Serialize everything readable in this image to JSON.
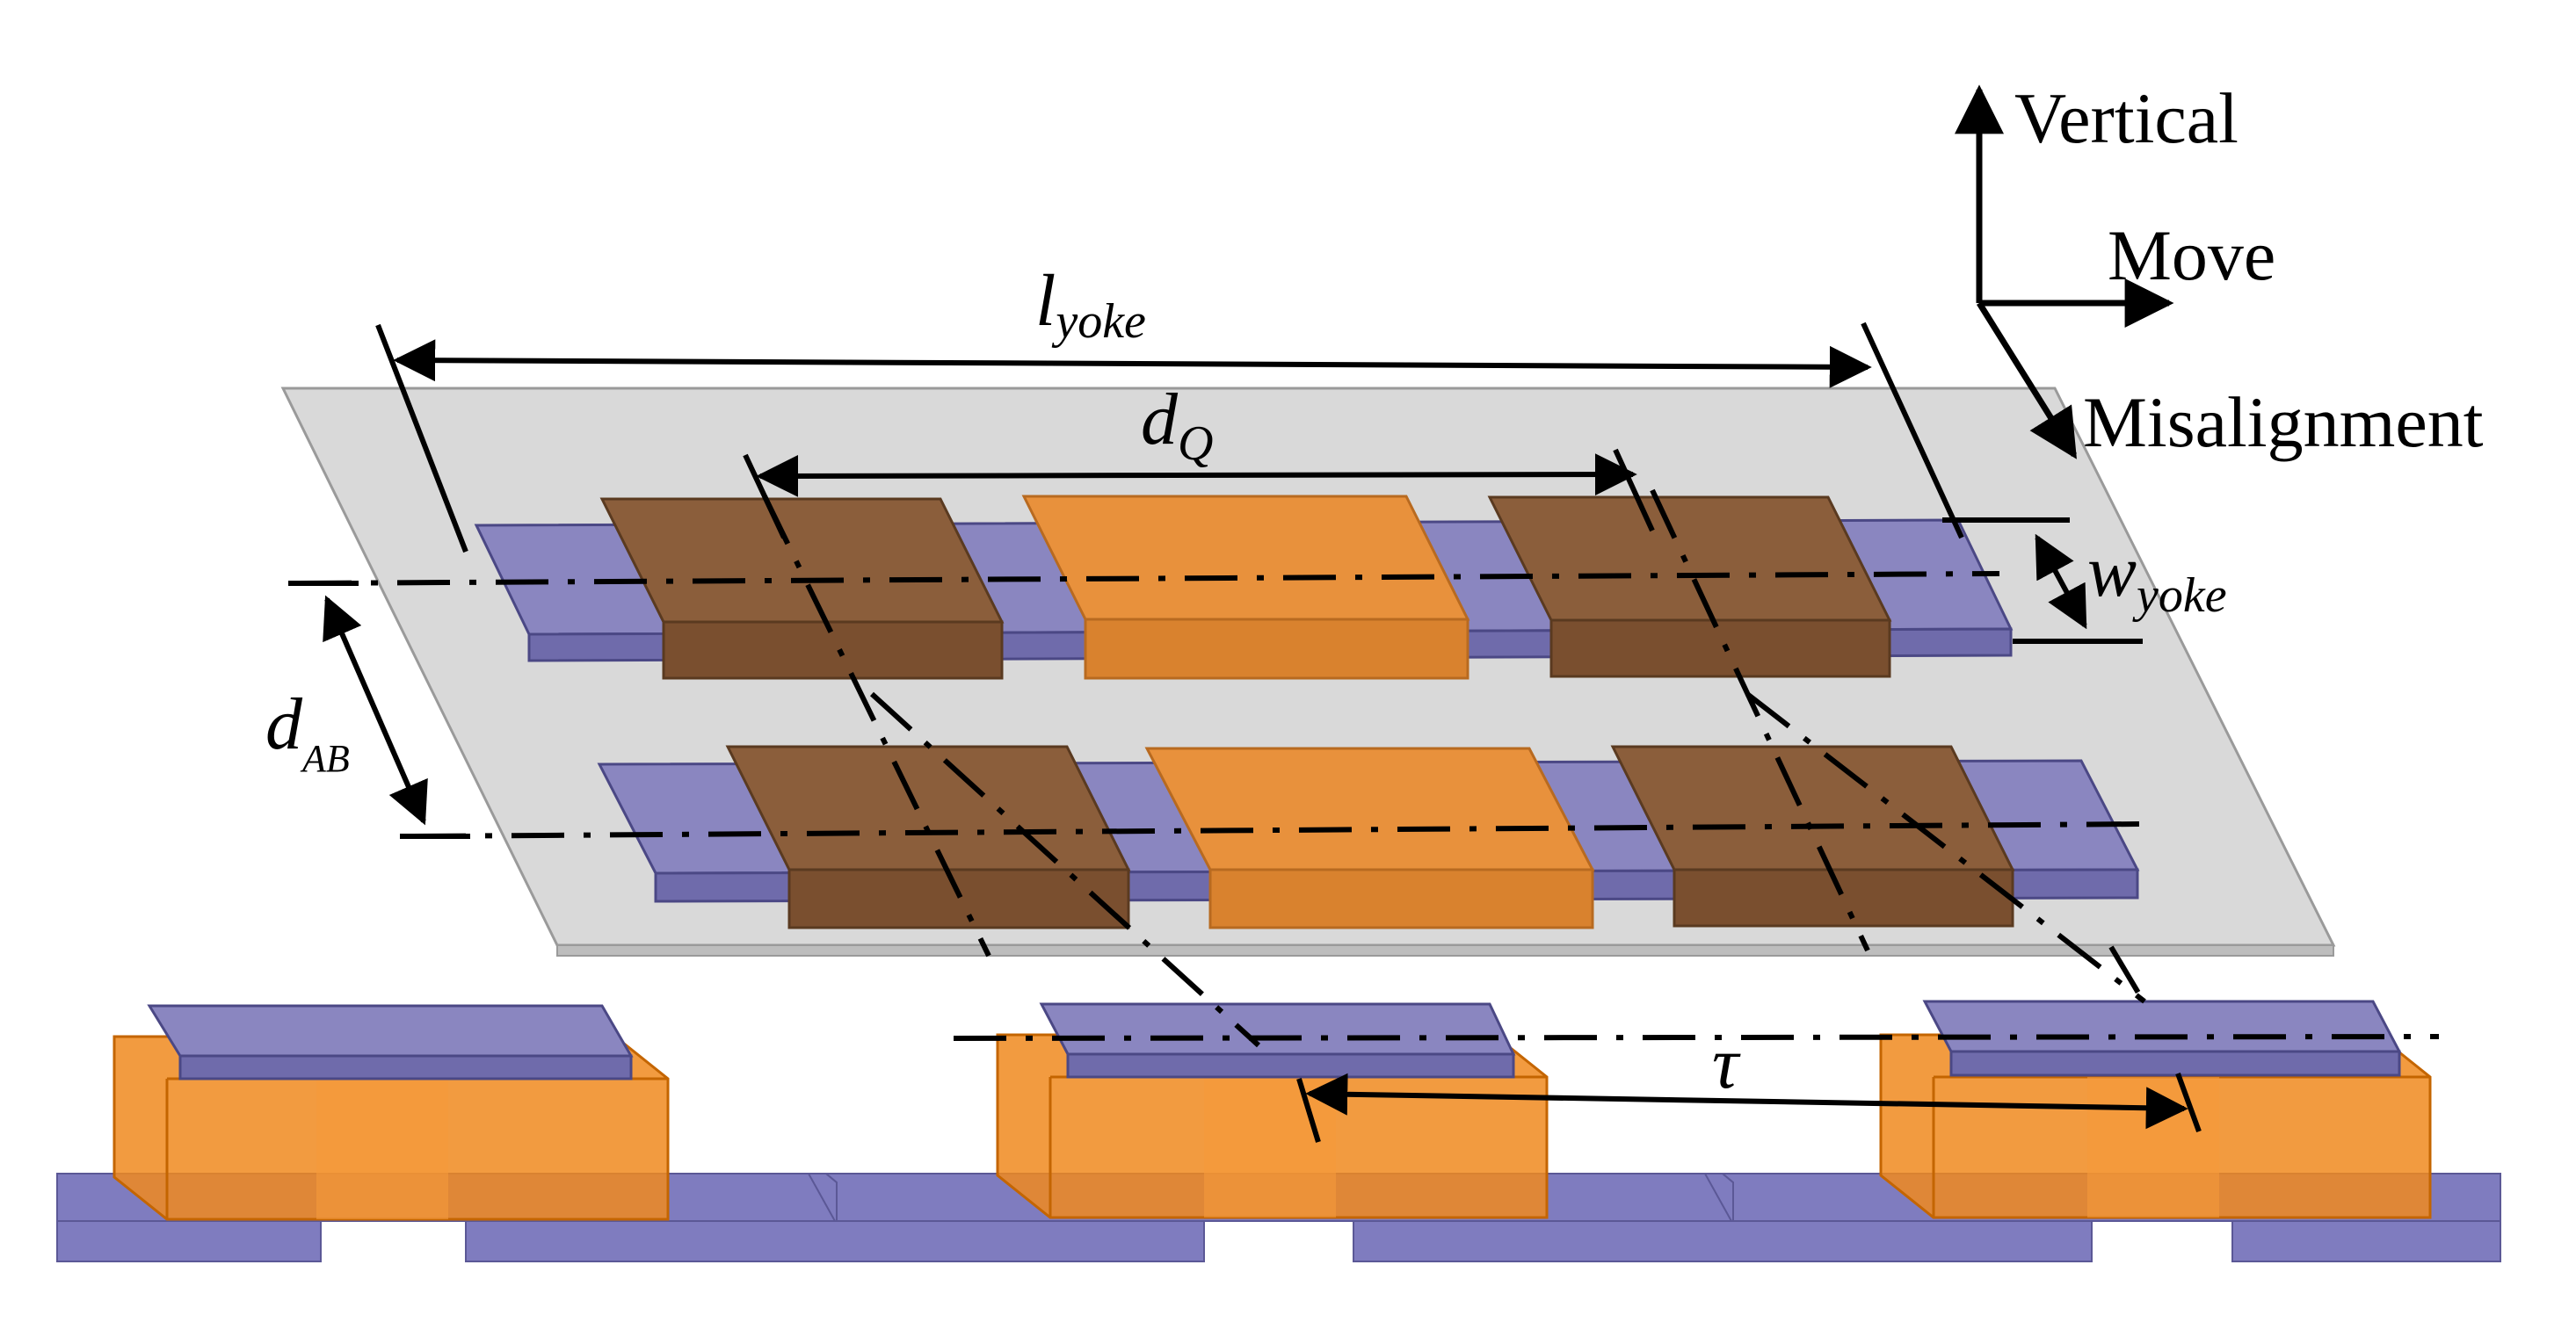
{
  "axes": {
    "vertical": "Vertical",
    "move": "Move",
    "misalignment": "Misalignment"
  },
  "dimensions": {
    "l_yoke": {
      "main": "l",
      "sub": "yoke"
    },
    "d_q": {
      "main": "d",
      "sub": "Q"
    },
    "w_yoke": {
      "main": "w",
      "sub": "yoke"
    },
    "d_ab": {
      "main": "d",
      "sub": "AB"
    },
    "tau": "τ"
  },
  "colors": {
    "yoke_plate": "#d9d9d9",
    "core_purple": "#8a86c0",
    "coil_brown": "#8b5e3b",
    "coil_orange": "#e8913c",
    "track_orange": "#f08a1e",
    "track_purple": "#7f7cbf"
  }
}
